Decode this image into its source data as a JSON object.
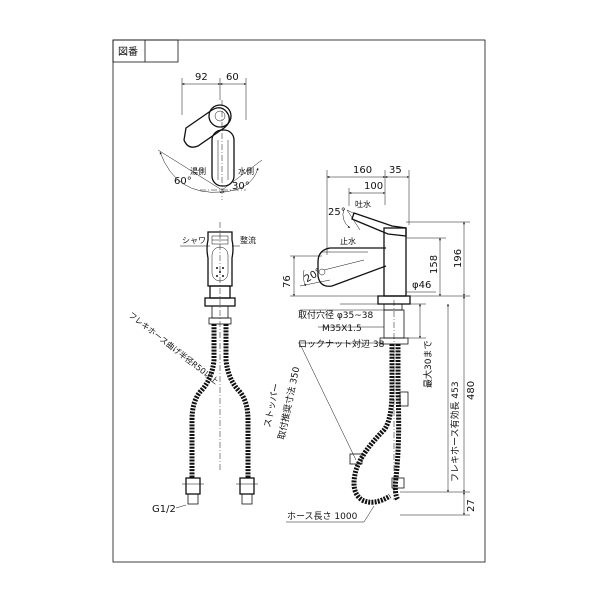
{
  "title_box": {
    "label": "図番"
  },
  "top_view": {
    "dim_left": "92",
    "dim_right": "60",
    "shower_label": "湯側",
    "water_label": "水側",
    "angle_left": "60°",
    "angle_right": "30°"
  },
  "front_view": {
    "shower_label": "シャワ",
    "stream_label": "整流",
    "hose_note": "フレキホース曲げ半径R50以上",
    "connection": "G1/2"
  },
  "side_view": {
    "dim_160": "160",
    "dim_35": "35",
    "dim_100": "100",
    "spout_label": "吐水",
    "angle_25": "25°",
    "stop_label": "止水",
    "angle_20": "20°",
    "dim_76": "76",
    "dim_158": "158",
    "dim_196": "196",
    "phi_46": "φ46",
    "mount_hole": "取付穴径 φ35~38",
    "thread": "M35X1.5",
    "lock_nut": "ロックナット対辺 38",
    "max_thickness": "最大30まで",
    "stopper_l1": "ストッパー",
    "stopper_l2": "取付推奨寸法 350",
    "flex_hose": "フレキホース有効長 453",
    "dim_480": "480",
    "dim_27": "27",
    "hose_length": "ホース長さ 1000"
  }
}
